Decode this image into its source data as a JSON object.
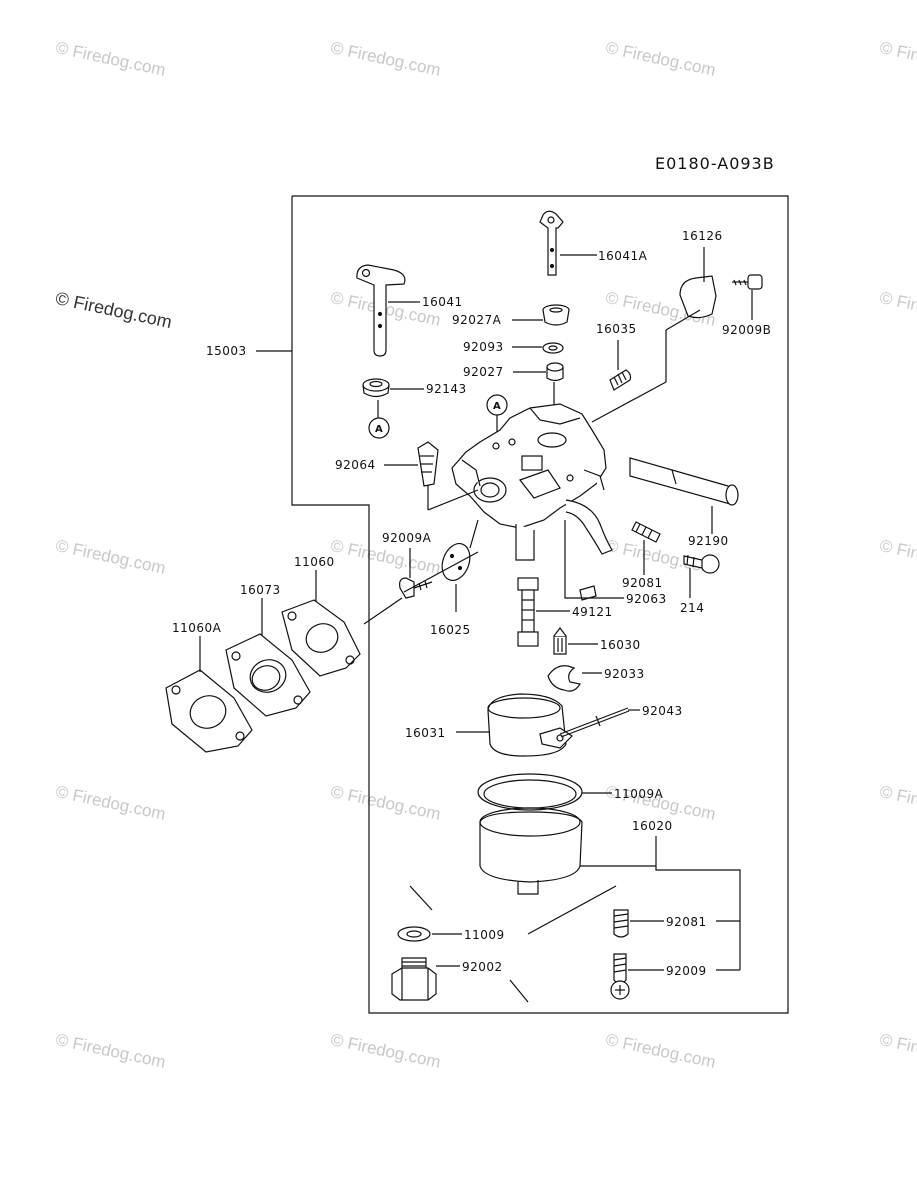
{
  "diagram_code": "E0180-A093B",
  "watermark": "© Firedog.com",
  "markers": [
    "A",
    "A"
  ],
  "parts": {
    "p16041A": "16041A",
    "p16126": "16126",
    "p16041": "16041",
    "p92027A": "92027A",
    "p92009B": "92009B",
    "p15003": "15003",
    "p16035": "16035",
    "p92093": "92093",
    "p92027": "92027",
    "p92143": "92143",
    "p92064": "92064",
    "p92190": "92190",
    "p92009A": "92009A",
    "p11060": "11060",
    "p16073": "16073",
    "p11060A": "11060A",
    "p92081a": "92081",
    "p92063": "92063",
    "p214": "214",
    "p49121": "49121",
    "p16025": "16025",
    "p16030": "16030",
    "p92033": "92033",
    "p92043": "92043",
    "p16031": "16031",
    "p11009A": "11009A",
    "p16020": "16020",
    "p92081b": "92081",
    "p11009": "11009",
    "p92002": "92002",
    "p92009": "92009"
  }
}
